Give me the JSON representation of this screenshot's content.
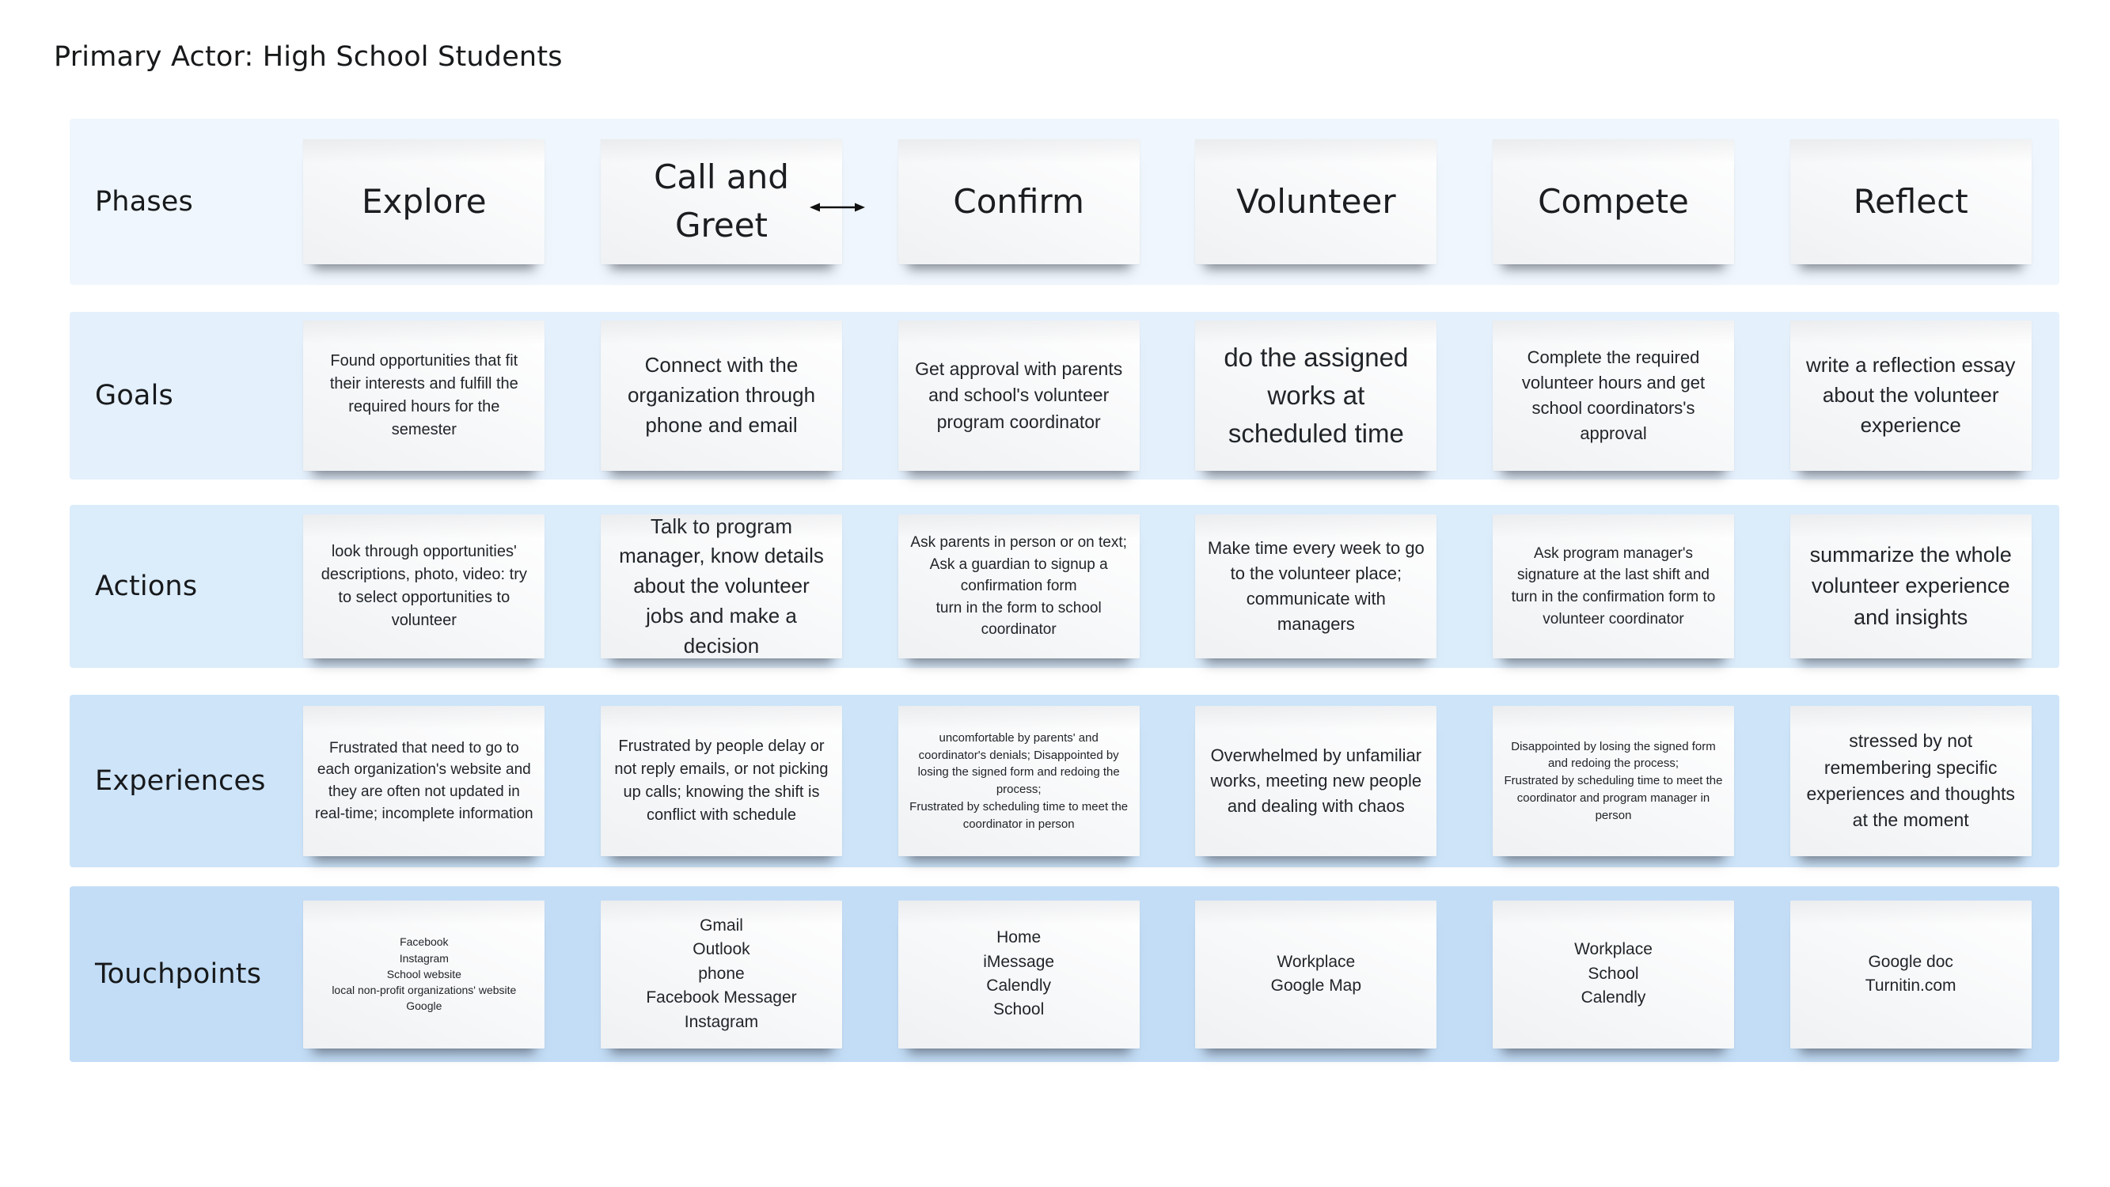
{
  "title": "Primary Actor: High School Students",
  "colors": {
    "page_background": "#ffffff",
    "note_background": "#f5f6f8",
    "text": "#212529",
    "band_phases": "#eff6fd",
    "band_goals": "#e4f0fc",
    "band_actions": "#dbecfb",
    "band_experiences": "#cde4f9",
    "band_touchpoints": "#c3ddf6"
  },
  "board": {
    "connector": {
      "icon": "double-arrow-icon",
      "between": [
        "Call and Greet",
        "Confirm"
      ]
    },
    "rows": [
      {
        "label": "Phases",
        "band_color": "#eff6fd",
        "notes": [
          "Explore",
          "Call and Greet",
          "Confirm",
          "Volunteer",
          "Compete",
          "Reflect"
        ]
      },
      {
        "label": "Goals",
        "band_color": "#e4f0fc",
        "notes": [
          "Found opportunities that fit their interests and fulfill the required hours for the semester",
          "Connect with the organization through phone and email",
          "Get approval with parents and school's volunteer program coordinator",
          "do the assigned works at scheduled time",
          "Complete the required volunteer hours and get school coordinators's approval",
          "write a reflection essay about the volunteer experience"
        ]
      },
      {
        "label": "Actions",
        "band_color": "#dbecfb",
        "notes": [
          "look through opportunities' descriptions, photo, video: try to select opportunities to volunteer",
          "Talk to program manager, know details about the volunteer jobs and make a decision",
          "Ask parents in person or on text; Ask a guardian to signup a confirmation form\nturn in the form to school coordinator",
          "Make time every week to go to the volunteer place; communicate with managers",
          "Ask program manager's signature at the last shift and turn in the confirmation form  to volunteer coordinator",
          "summarize the whole volunteer experience and insights"
        ]
      },
      {
        "label": "Experiences",
        "band_color": "#cde4f9",
        "notes": [
          "Frustrated that need to go to each organization's website and they are often not updated in real-time; incomplete information",
          "Frustrated by people delay or not reply emails, or not picking up calls; knowing the shift is conflict with schedule",
          "uncomfortable by parents' and coordinator's denials; Disappointed by losing the signed form and redoing the process;\nFrustrated by scheduling time to meet the coordinator in person",
          "Overwhelmed  by unfamiliar works, meeting new people and dealing with chaos",
          "Disappointed by losing the signed form and redoing the process;\nFrustrated by scheduling time to meet the coordinator and program manager  in person",
          "stressed by not remembering specific experiences and thoughts at the moment"
        ]
      },
      {
        "label": "Touchpoints",
        "band_color": "#c3ddf6",
        "notes": [
          "Facebook\nInstagram\nSchool website\nlocal non-profit organizations' website\nGoogle",
          "Gmail\nOutlook\nphone\nFacebook Messager\nInstagram",
          "Home\niMessage\nCalendly\nSchool",
          "Workplace\nGoogle Map",
          "Workplace\nSchool\nCalendly",
          "Google doc\nTurnitin.com"
        ]
      }
    ]
  }
}
